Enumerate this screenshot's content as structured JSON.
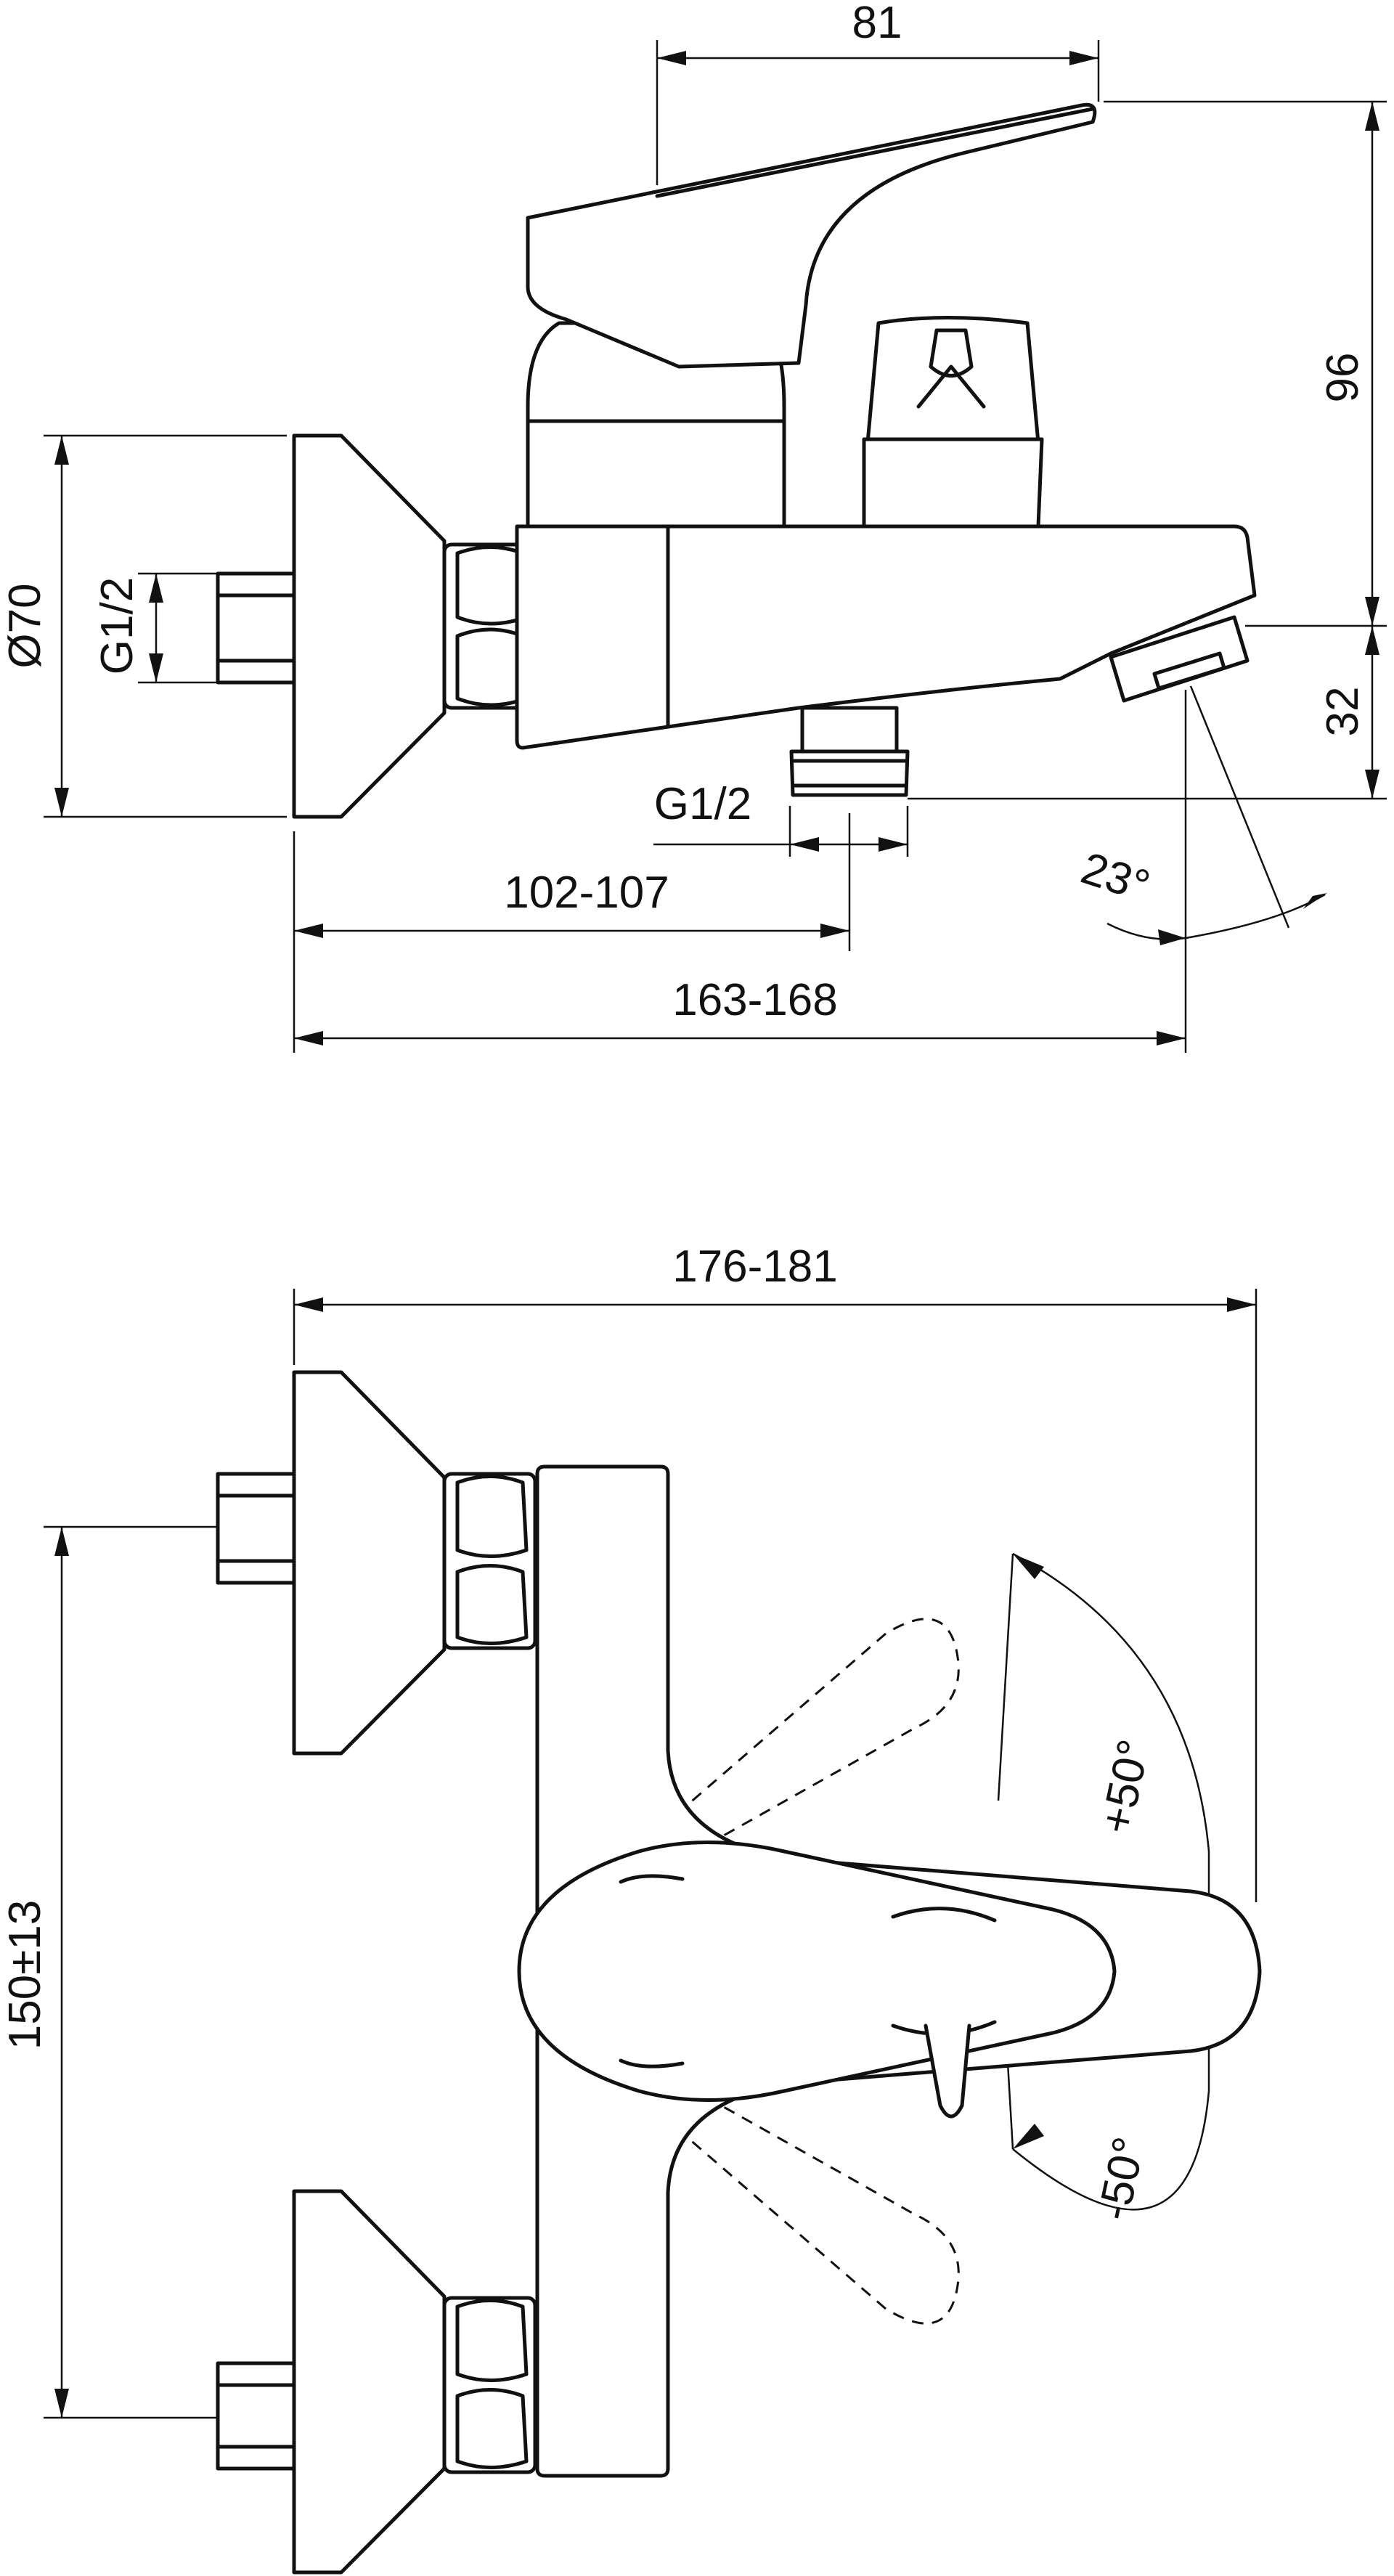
{
  "colors": {
    "ink": "#111111",
    "background": "#ffffff"
  },
  "side_view": {
    "width_top": "81",
    "height_total": "96",
    "outlet_height": "32",
    "flange_diameter": "Ø70",
    "inlet_thread": "G1/2",
    "outlet_thread": "G1/2",
    "spout_angle": "23°",
    "centre_to_outlet": "102-107",
    "overall_projection": "163-168"
  },
  "top_view": {
    "overall_width": "176-181",
    "inlet_centres": "150±13",
    "lever_rotation_plus": "+50°",
    "lever_rotation_minus": "-50°"
  }
}
